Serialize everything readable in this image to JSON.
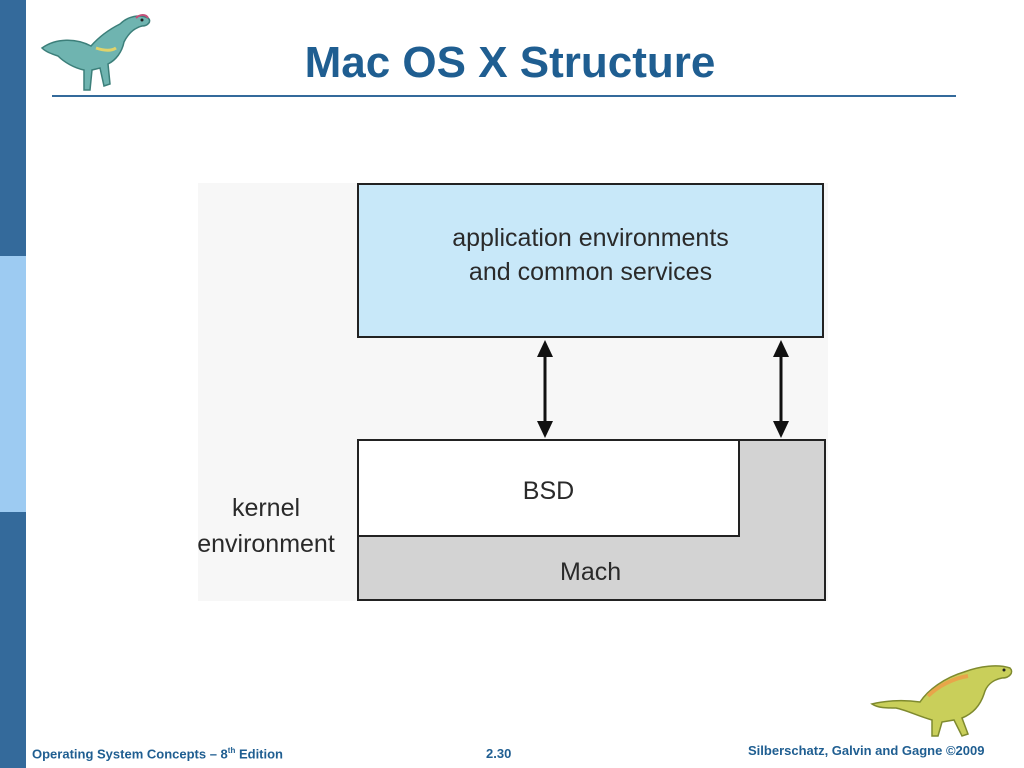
{
  "slide": {
    "title": "Mac OS X Structure"
  },
  "diagram": {
    "app_layer_line1": "application environments",
    "app_layer_line2": "and common services",
    "bsd_label": "BSD",
    "mach_label": "Mach",
    "kernel_line1": "kernel",
    "kernel_line2": "environment",
    "colors": {
      "app_fill": "#c8e8f9",
      "mach_fill": "#d3d3d3",
      "bsd_fill": "#ffffff"
    }
  },
  "footer": {
    "left_prefix": "Operating System Concepts – 8",
    "left_sup": "th",
    "left_suffix": " Edition",
    "page_number": "2.30",
    "copyright": "Silberschatz, Galvin and Gagne ©2009"
  },
  "theme": {
    "accent": "#1f5e91",
    "stripe_dark": "#346a9b",
    "stripe_light": "#9dcbf2"
  }
}
